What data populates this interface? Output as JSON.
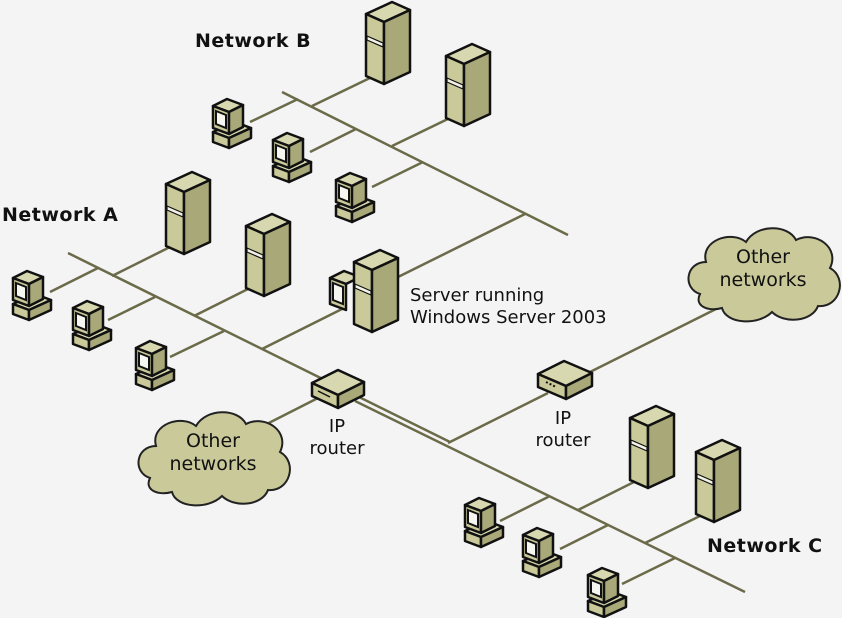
{
  "title": "Routed network with Windows Server 2003",
  "colors": {
    "background": "#f4f4f4",
    "device_fill": "#c9c99a",
    "wire": "#6b6b4a",
    "outline": "#111111"
  },
  "networks": [
    {
      "id": "a",
      "label": "Network A"
    },
    {
      "id": "b",
      "label": "Network B"
    },
    {
      "id": "c",
      "label": "Network C"
    }
  ],
  "server": {
    "line1": "Server running",
    "line2": "Windows Server 2003"
  },
  "routers": [
    {
      "id": "router-1",
      "line1": "IP",
      "line2": "router"
    },
    {
      "id": "router-2",
      "line1": "IP",
      "line2": "router"
    }
  ],
  "clouds": [
    {
      "id": "cloud-left",
      "line1": "Other",
      "line2": "networks"
    },
    {
      "id": "cloud-right",
      "line1": "Other",
      "line2": "networks"
    }
  ],
  "devices": {
    "network_a": {
      "servers": 2,
      "workstations": 3
    },
    "network_b": {
      "servers": 2,
      "workstations": 3
    },
    "network_c": {
      "servers": 2,
      "workstations": 3
    }
  }
}
